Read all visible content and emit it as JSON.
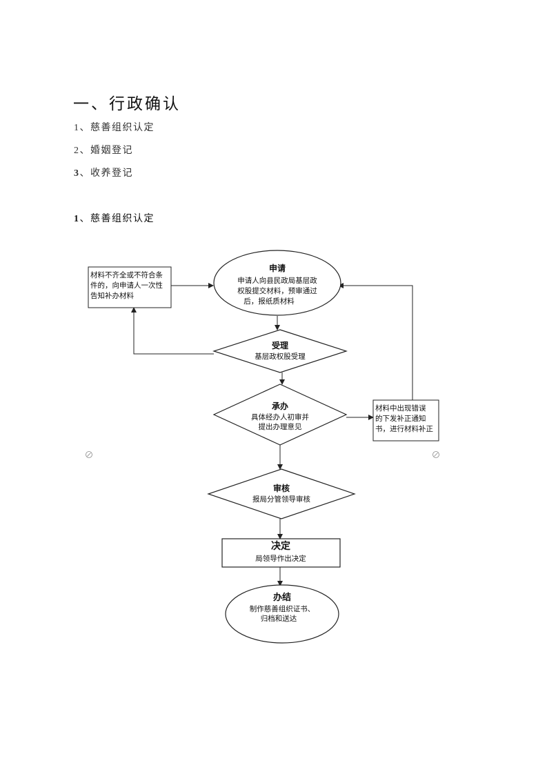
{
  "heading": "一、行政确认",
  "toc": [
    {
      "num": "1",
      "text": "、慈善组织认定"
    },
    {
      "num": "2",
      "text": "、婚姻登记"
    },
    {
      "num": "3",
      "text": "、收养登记"
    }
  ],
  "section": {
    "num": "1",
    "text": "、慈善组织认定"
  },
  "flow": {
    "apply": {
      "title": "申请",
      "lines": [
        "申请人向县民政局基层政",
        "权股提交材料，预审通过",
        "后，报纸质材料"
      ]
    },
    "accept": {
      "title": "受理",
      "lines": [
        "基层政权股受理"
      ]
    },
    "handle": {
      "title": "承办",
      "lines": [
        "具体经办人初审并",
        "提出办理意见"
      ]
    },
    "review": {
      "title": "审核",
      "lines": [
        "报局分管领导审核"
      ]
    },
    "decide": {
      "title": "决定",
      "lines": [
        "局领导作出决定"
      ]
    },
    "finish": {
      "title": "办结",
      "lines": [
        "制作慈善组织证书、",
        "归档和送达"
      ]
    },
    "incomplete_box": {
      "lines": [
        "材料不齐全或不符合条",
        "件的，向申请人一次性",
        "告知补办材料"
      ]
    },
    "error_box": {
      "lines": [
        "材料中出现错误",
        "的下发补正通知",
        "书，进行材料补正"
      ]
    }
  }
}
